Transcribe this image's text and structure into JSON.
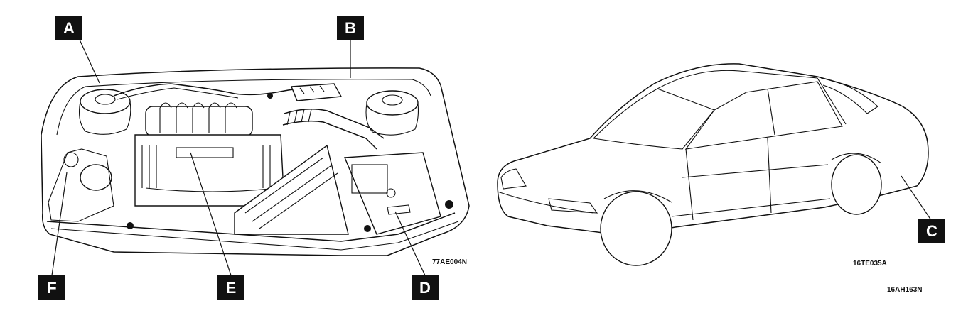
{
  "callouts": {
    "a": "A",
    "b": "B",
    "c": "C",
    "d": "D",
    "e": "E",
    "f": "F"
  },
  "figure_codes": {
    "engine_bay": "77AE004N",
    "car": "16TE035A",
    "page": "16AH163N"
  }
}
